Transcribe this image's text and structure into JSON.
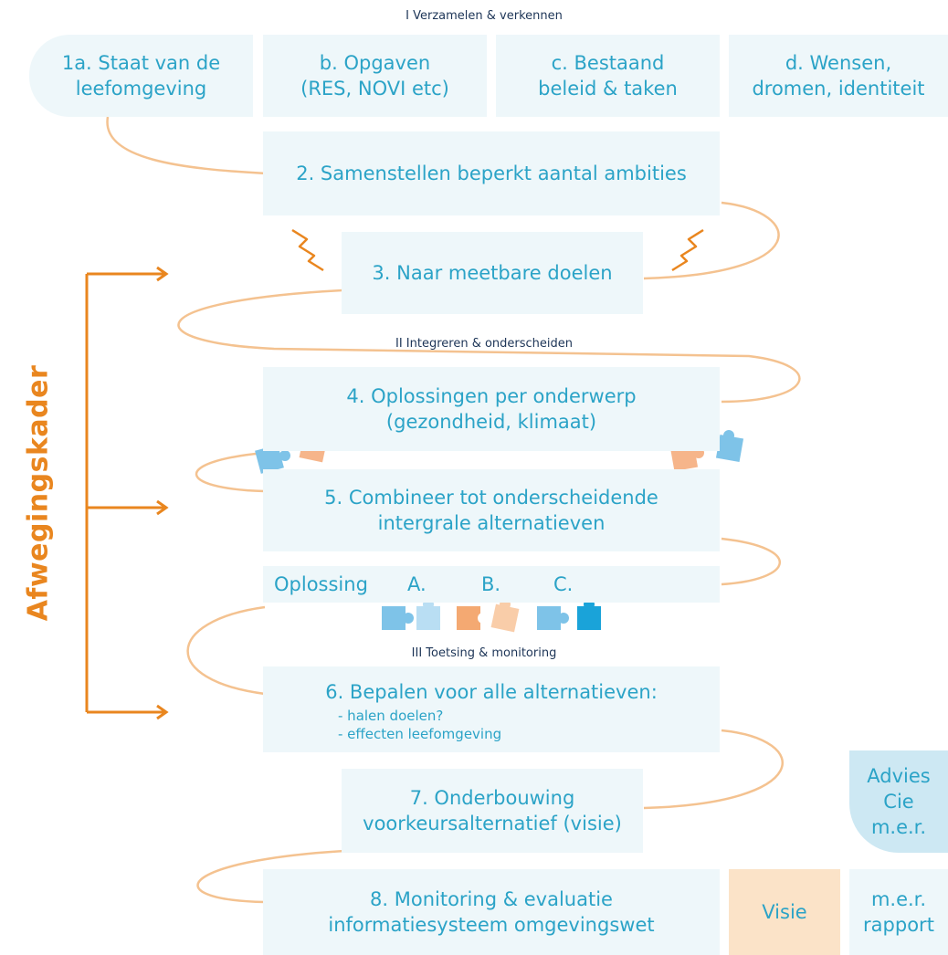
{
  "sections": {
    "s1": "I Verzamelen & verkennen",
    "s2": "II Integreren & onderscheiden",
    "s3": "III Toetsing & monitoring"
  },
  "side_label": "Afwegingskader",
  "step1": {
    "a": [
      "1a. Staat van de",
      "leefomgeving"
    ],
    "b": [
      "b. Opgaven",
      "(RES, NOVI etc)"
    ],
    "c": [
      "c. Bestaand",
      "beleid & taken"
    ],
    "d": [
      "d. Wensen,",
      "dromen, identiteit"
    ]
  },
  "step2": "2. Samenstellen beperkt aantal ambities",
  "step3": "3. Naar meetbare doelen",
  "step4": [
    "4. Oplossingen per onderwerp",
    "(gezondheid, klimaat)"
  ],
  "step5": [
    "5. Combineer tot onderscheidende",
    "intergrale alternatieven"
  ],
  "solutions": {
    "label": "Oplossing",
    "a": "A.",
    "b": "B.",
    "c": "C."
  },
  "step6": {
    "title": "6. Bepalen voor alle alternatieven:",
    "bullets": [
      "- halen doelen?",
      "- effecten leefomgeving"
    ]
  },
  "step7": [
    "7. Onderbouwing",
    "voorkeursalternatief (visie)"
  ],
  "step8": [
    "8. Monitoring & evaluatie",
    "informatiesysteem omgevingswet"
  ],
  "advies": [
    "Advies",
    "Cie",
    "m.e.r."
  ],
  "visie": "Visie",
  "mer": [
    "m.e.r.",
    "rapport"
  ],
  "colors": {
    "box": "#eef7fa",
    "text": "#2ba3c7",
    "orange": "#e9861f",
    "curve": "#f4c290",
    "visie": "#fbe3c8",
    "advies": "#cde8f3"
  }
}
